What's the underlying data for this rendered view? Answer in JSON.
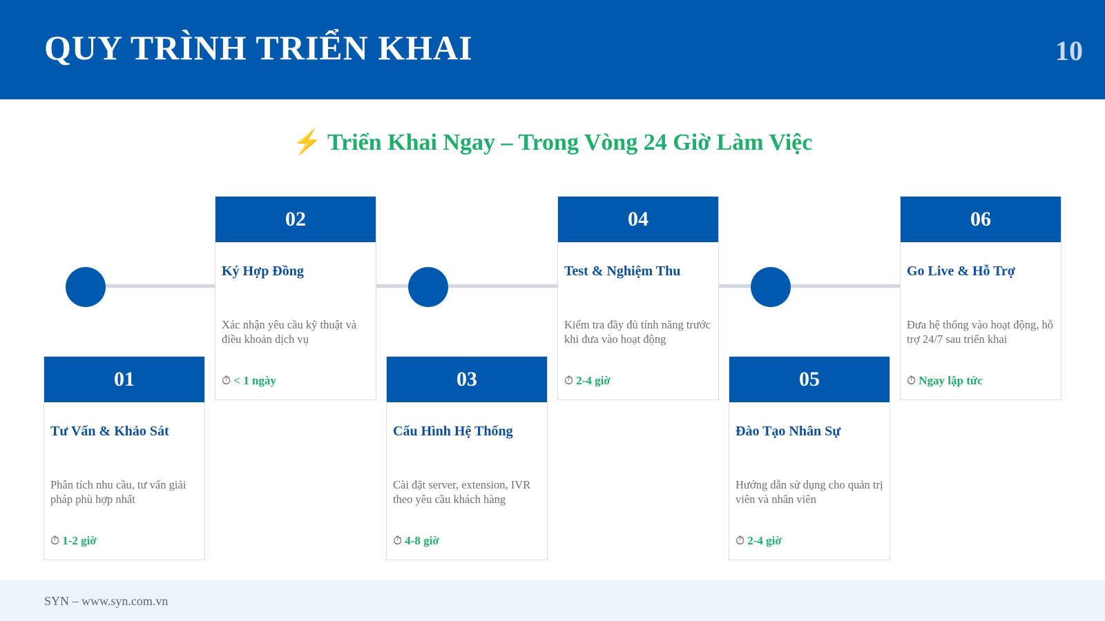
{
  "header": {
    "title": "QUY TRÌNH TRIỂN KHAI",
    "page_number": "10"
  },
  "subtitle": {
    "icon": "lightning-bolt-icon",
    "text": "Triển Khai Ngay – Trong Vòng 24 Giờ Làm Việc"
  },
  "colors": {
    "primary": "#0059ad",
    "accent_green": "#1fae6b",
    "bolt": "#f5a41f",
    "timeline": "#d2d8e3"
  },
  "steps": [
    {
      "number": "01",
      "title": "Tư Vấn & Khảo Sát",
      "description": "Phân tích nhu cầu, tư vấn giải pháp phù hợp nhất",
      "time_icon": "stopwatch-icon",
      "duration": "1-2 giờ"
    },
    {
      "number": "02",
      "title": "Ký Hợp Đồng",
      "description": "Xác nhận yêu cầu kỹ thuật và điều khoản dịch vụ",
      "time_icon": "stopwatch-icon",
      "duration": "< 1 ngày"
    },
    {
      "number": "03",
      "title": "Cấu Hình Hệ Thống",
      "description": "Cài đặt server, extension, IVR theo yêu cầu khách hàng",
      "time_icon": "stopwatch-icon",
      "duration": "4-8 giờ"
    },
    {
      "number": "04",
      "title": "Test & Nghiệm Thu",
      "description": "Kiểm tra đầy đủ tính năng trước khi đưa vào hoạt động",
      "time_icon": "stopwatch-icon",
      "duration": "2-4 giờ"
    },
    {
      "number": "05",
      "title": "Đào Tạo Nhân Sự",
      "description": "Hướng dẫn sử dụng cho quản trị viên và nhân viên",
      "time_icon": "stopwatch-icon",
      "duration": "2-4 giờ"
    },
    {
      "number": "06",
      "title": "Go Live & Hỗ Trợ",
      "description": "Đưa hệ thống vào hoạt động, hỗ trợ 24/7 sau triển khai",
      "time_icon": "stopwatch-icon",
      "duration": "Ngay lập tức"
    }
  ],
  "footer": {
    "text": "SYN – www.syn.com.vn"
  }
}
